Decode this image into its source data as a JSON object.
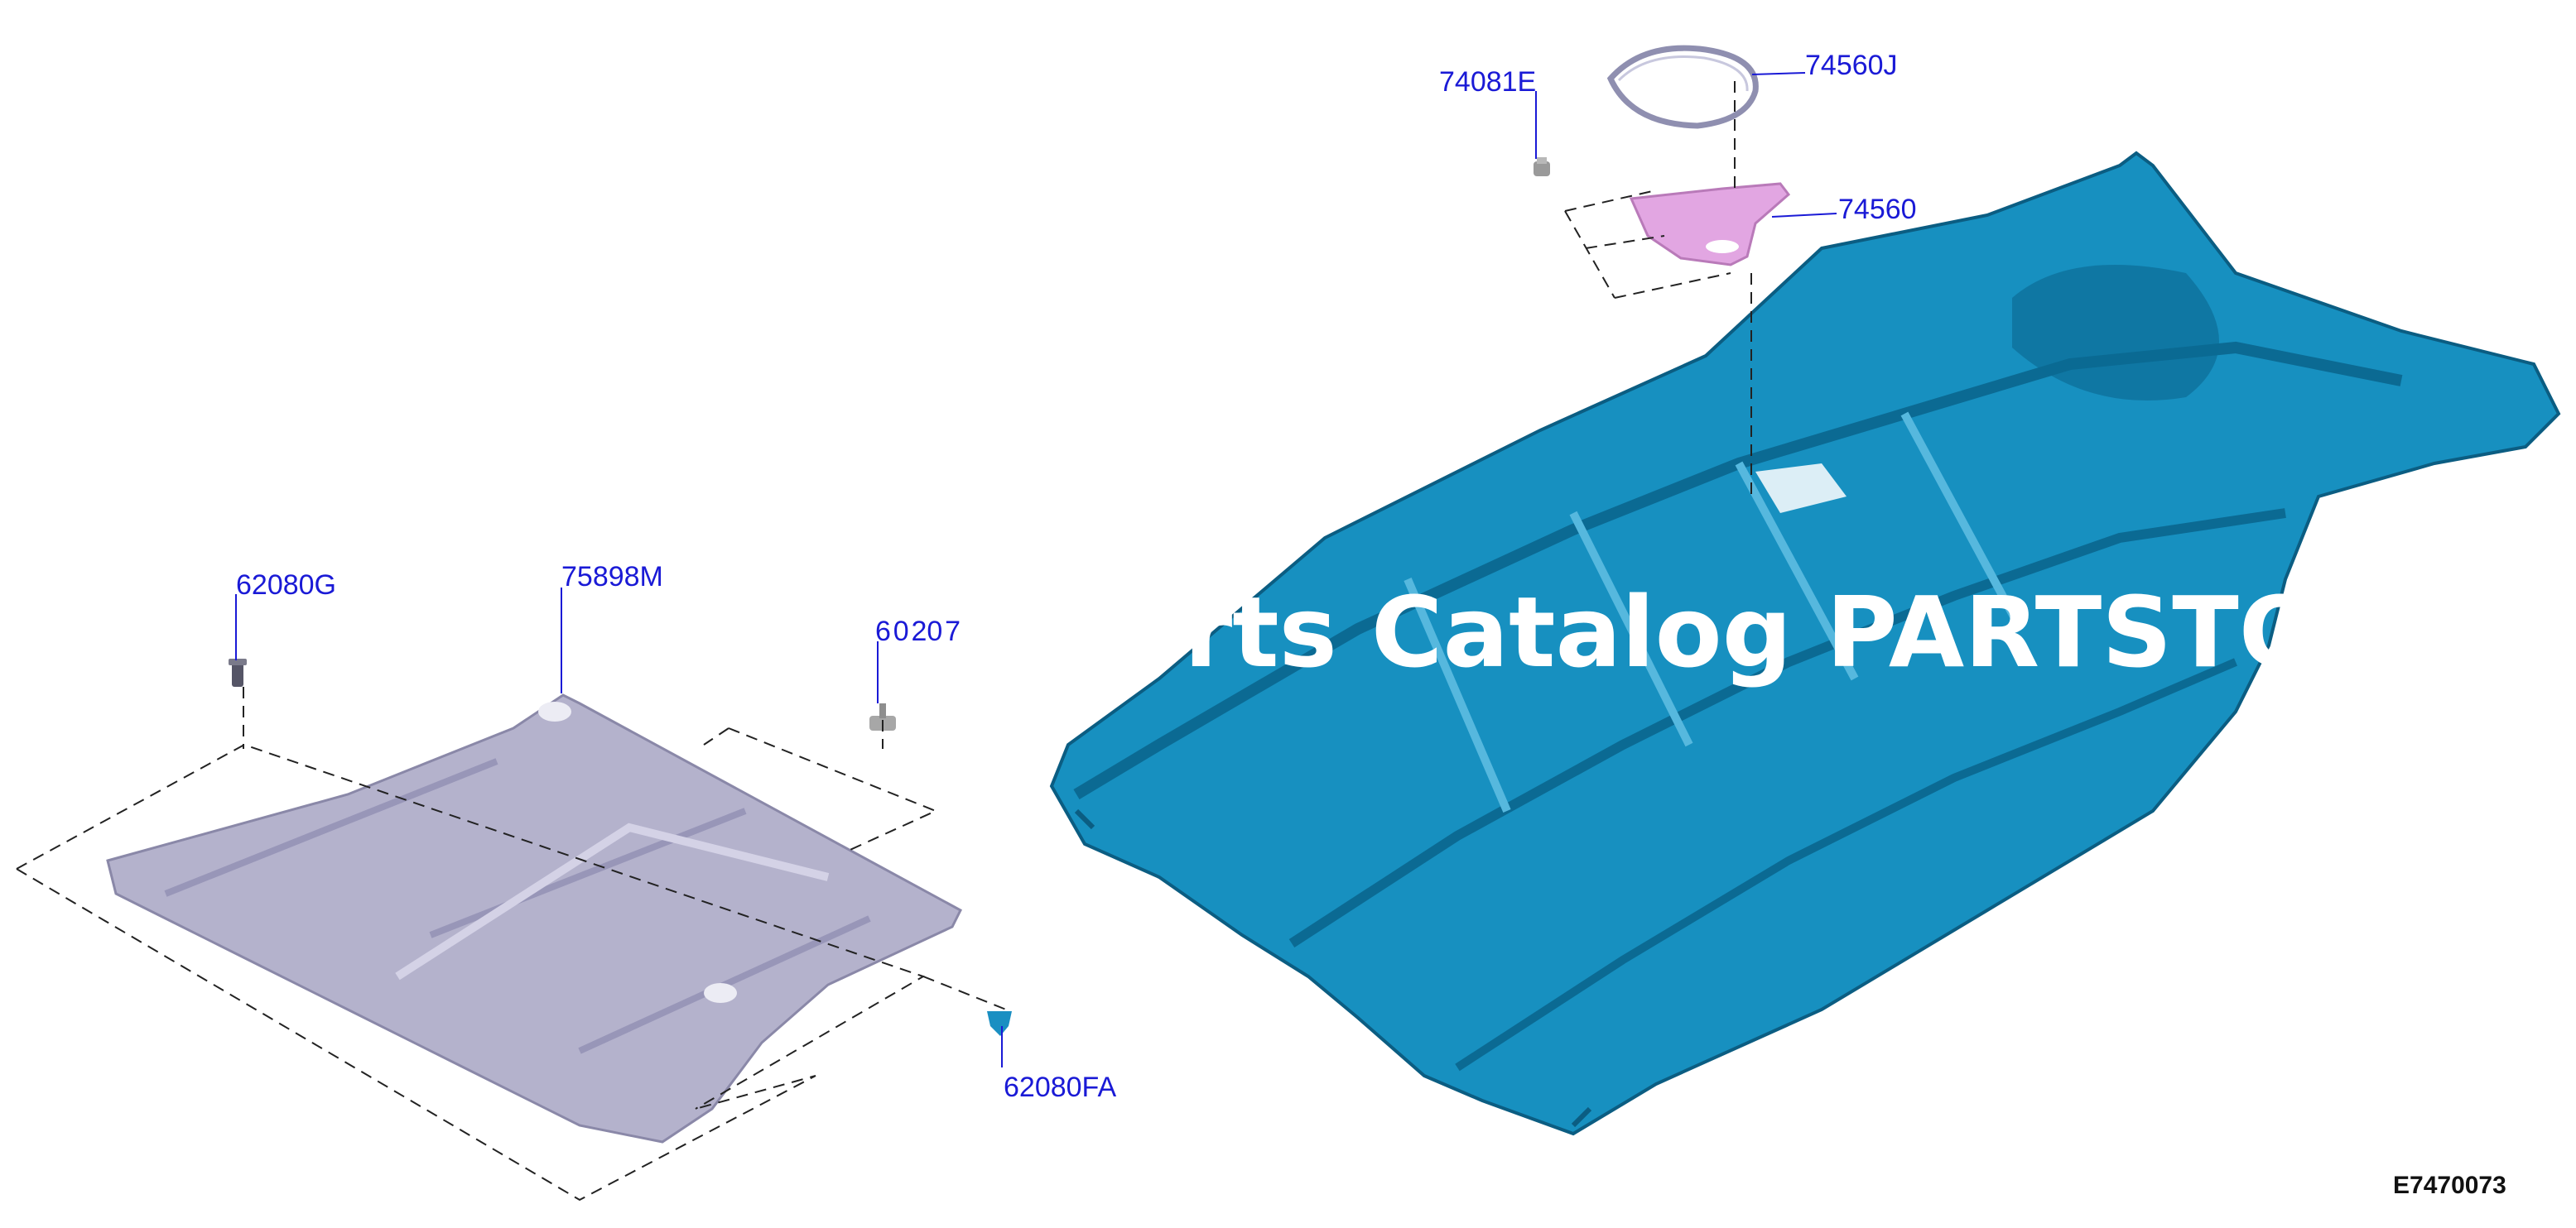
{
  "callouts": {
    "c1": "74081E",
    "c2": "74560J",
    "c3": "74560",
    "c4": "62080G",
    "c5": "75898M",
    "c6": "6 0 20 7",
    "c7": "62080FA"
  },
  "diagram_id": "E7470073",
  "watermark": "rts Catalog PARTSTORE",
  "colors": {
    "floor_pan": "#1790c0",
    "floor_pan_dark": "#0b6a93",
    "heat_shield": "#b4b2cc",
    "plate": "#e2a6e2",
    "callout": "#1a1ad6"
  }
}
